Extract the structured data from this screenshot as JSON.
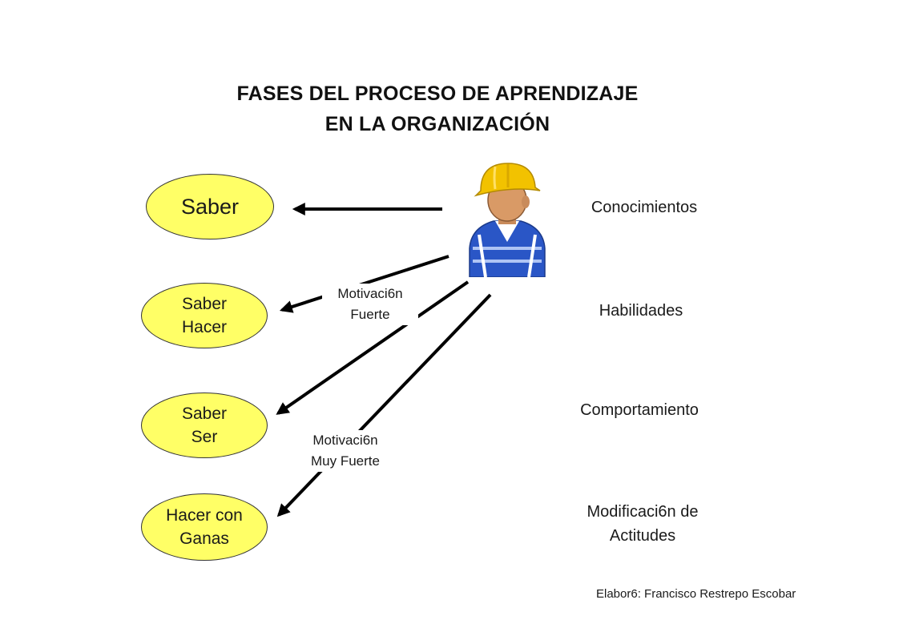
{
  "title": {
    "line1": "FASES DEL PROCESO DE APRENDIZAJE",
    "line2": "EN LA ORGANIZACIÓN"
  },
  "phases": [
    {
      "line1": "Saber",
      "line2": ""
    },
    {
      "line1": "Saber",
      "line2": "Hacer"
    },
    {
      "line1": "Saber",
      "line2": "Ser"
    },
    {
      "line1": "Hacer con",
      "line2": "Ganas"
    }
  ],
  "outcomes": [
    {
      "line1": "Conocimientos",
      "line2": ""
    },
    {
      "line1": "Habilidades",
      "line2": ""
    },
    {
      "line1": "Comportamiento",
      "line2": ""
    },
    {
      "line1": "Modificaci6n de",
      "line2": "Actitudes"
    }
  ],
  "motivation_labels": [
    {
      "line1": "Motivaci6n",
      "line2": "Fuerte"
    },
    {
      "line1": "Motivaci6n",
      "line2": "Muy Fuerte"
    }
  ],
  "credit": "Elabor6: Francisco Restrepo Escobar",
  "icons": {
    "worker": "construction-worker-icon"
  },
  "colors": {
    "oval_fill": "#ffff66",
    "helmet": "#f2c200",
    "shirt": "#2a56c6"
  }
}
